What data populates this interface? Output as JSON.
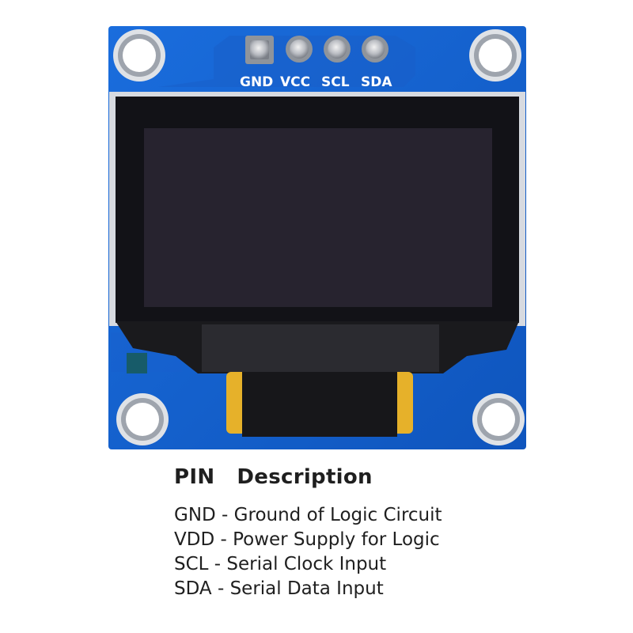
{
  "board": {
    "pin_labels": [
      "GND",
      "VCC",
      "SCL",
      "SDA"
    ],
    "pcb_color": "#1565d0",
    "screen_color": "#25222e"
  },
  "legend": {
    "col_pin": "PIN",
    "col_description": "Description",
    "rows": [
      {
        "pin": "GND",
        "description": "Ground of Logic Circuit"
      },
      {
        "pin": "VDD",
        "description": "Power Supply for Logic"
      },
      {
        "pin": "SCL",
        "description": "Serial Clock Input"
      },
      {
        "pin": "SDA",
        "description": "Serial Data Input"
      }
    ]
  }
}
